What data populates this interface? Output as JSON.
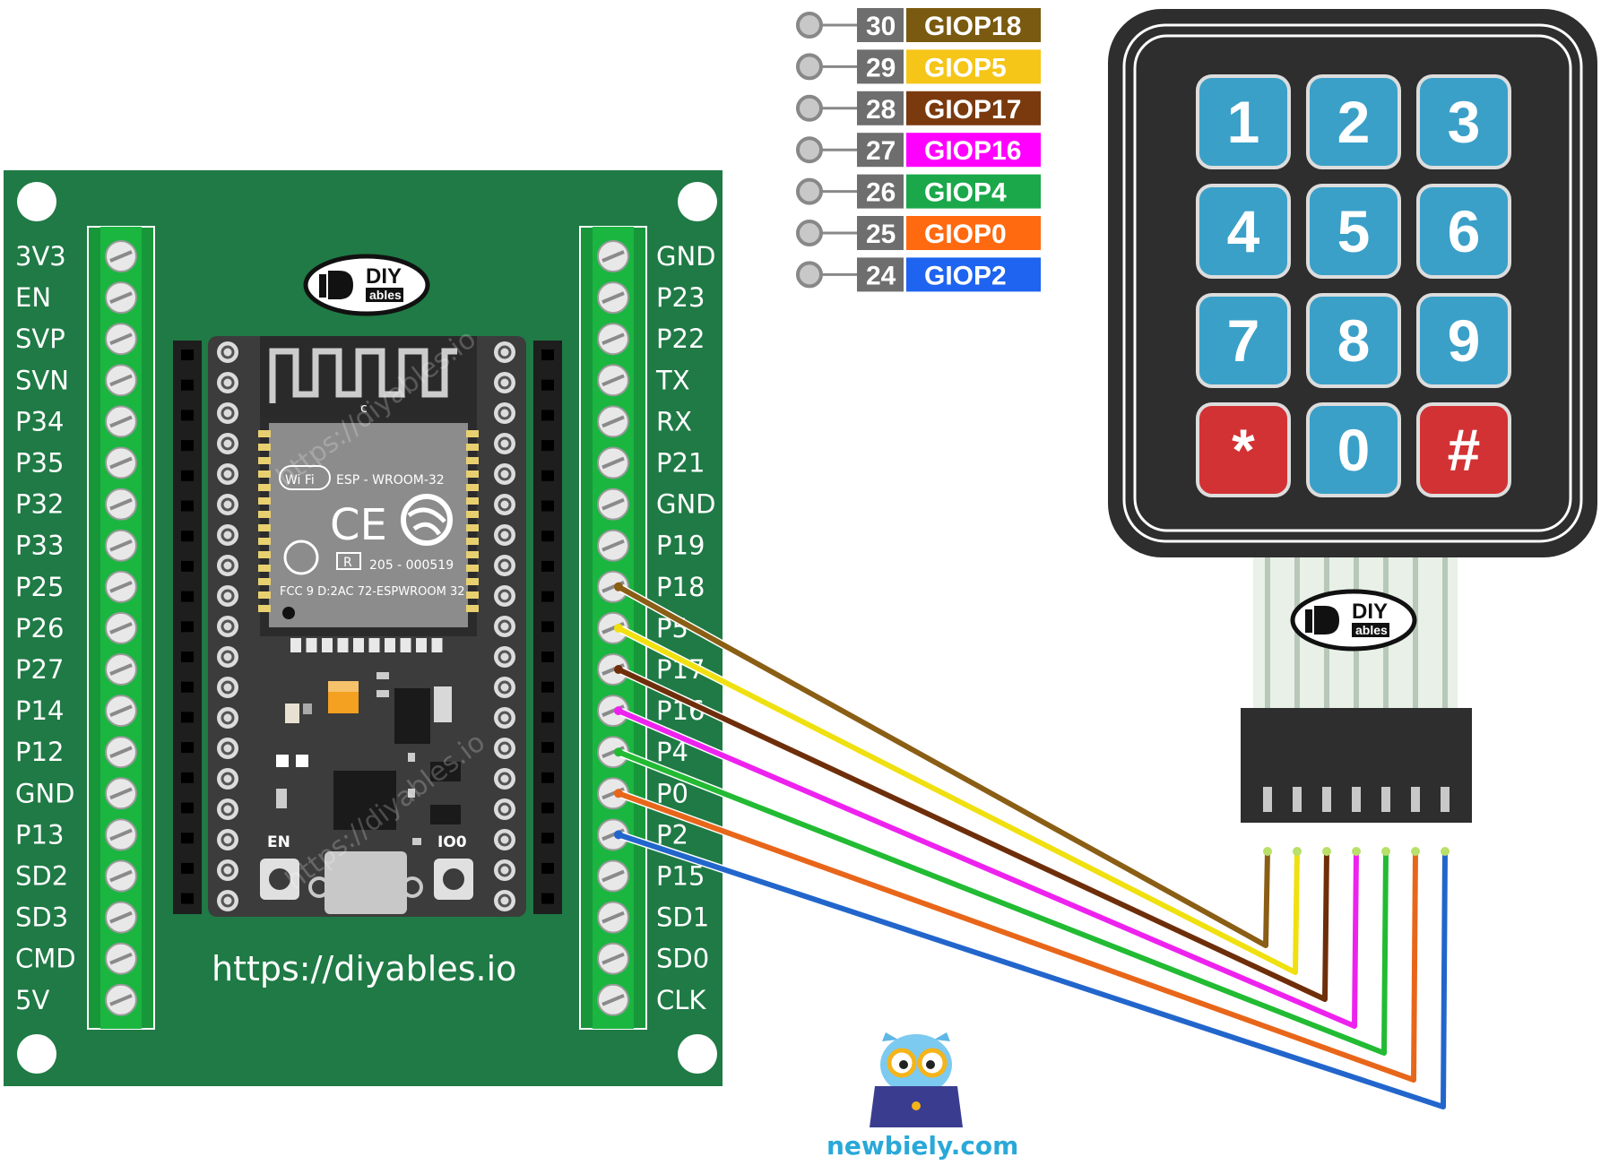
{
  "board": {
    "left_pins": [
      "3V3",
      "EN",
      "SVP",
      "SVN",
      "P34",
      "P35",
      "P32",
      "P33",
      "P25",
      "P26",
      "P27",
      "P14",
      "P12",
      "GND",
      "P13",
      "SD2",
      "SD3",
      "CMD",
      "5V"
    ],
    "right_pins": [
      "GND",
      "P23",
      "P22",
      "TX",
      "RX",
      "P21",
      "GND",
      "P19",
      "P18",
      "P5",
      "P17",
      "P16",
      "P4",
      "P0",
      "P2",
      "P15",
      "SD1",
      "SD0",
      "CLK"
    ],
    "url": "https://diyables.io",
    "watermark": "https://diyables.io",
    "module_line1": "ESP - WROOM-32",
    "module_line2": "205 - 000519",
    "module_line3": "FCC 9 D:2AC 72-ESPWROOM  32",
    "wifi_label": "Wi Fi",
    "ce_mark": "CE",
    "r_mark": "R",
    "c_mark": "c",
    "en_button_label": "EN",
    "io0_button_label": "IO0",
    "board_color": "#1f7a45"
  },
  "logo": {
    "line1": "DIY",
    "line2": "ables"
  },
  "legend": [
    {
      "num": "30",
      "name": "GIOP18",
      "color": "#7a5a10"
    },
    {
      "num": "29",
      "name": "GIOP5",
      "color": "#f5c518"
    },
    {
      "num": "28",
      "name": "GIOP17",
      "color": "#7a3a0e"
    },
    {
      "num": "27",
      "name": "GIOP16",
      "color": "#ff00ff"
    },
    {
      "num": "26",
      "name": "GIOP4",
      "color": "#1aa84a"
    },
    {
      "num": "25",
      "name": "GIOP0",
      "color": "#ff6a10"
    },
    {
      "num": "24",
      "name": "GIOP2",
      "color": "#1e64f0"
    }
  ],
  "keypad": {
    "keys": [
      {
        "label": "1",
        "color": "#3aa0c8"
      },
      {
        "label": "2",
        "color": "#3aa0c8"
      },
      {
        "label": "3",
        "color": "#3aa0c8"
      },
      {
        "label": "4",
        "color": "#3aa0c8"
      },
      {
        "label": "5",
        "color": "#3aa0c8"
      },
      {
        "label": "6",
        "color": "#3aa0c8"
      },
      {
        "label": "7",
        "color": "#3aa0c8"
      },
      {
        "label": "8",
        "color": "#3aa0c8"
      },
      {
        "label": "9",
        "color": "#3aa0c8"
      },
      {
        "label": "*",
        "color": "#d23234"
      },
      {
        "label": "0",
        "color": "#3aa0c8"
      },
      {
        "label": "#",
        "color": "#d23234"
      }
    ]
  },
  "wires": [
    {
      "from_pin": "P18",
      "color": "#8a5e14"
    },
    {
      "from_pin": "P5",
      "color": "#f0e010"
    },
    {
      "from_pin": "P17",
      "color": "#6e2e0a"
    },
    {
      "from_pin": "P16",
      "color": "#ee22ee"
    },
    {
      "from_pin": "P4",
      "color": "#22bb33"
    },
    {
      "from_pin": "P0",
      "color": "#e8661a"
    },
    {
      "from_pin": "P2",
      "color": "#2266cc"
    }
  ],
  "brand": {
    "text": "newbiely.com"
  }
}
